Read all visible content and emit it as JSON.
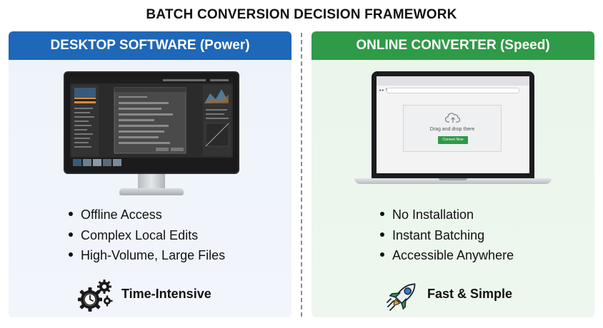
{
  "title": "BATCH CONVERSION DECISION FRAMEWORK",
  "colors": {
    "desktop_header": "#1f67b8",
    "online_header": "#2f9a48",
    "desktop_bg": "#eef3fb",
    "online_bg": "#e9f6ea"
  },
  "desktop": {
    "header": "DESKTOP SOFTWARE (Power)",
    "illustration": "desktop-monitor-photo-editor",
    "bullets": [
      "Offline Access",
      "Complex Local Edits",
      "High-Volume, Large Files"
    ],
    "footer_icon": "gears-clock-icon",
    "footer_label": "Time-Intensive"
  },
  "online": {
    "header": "ONLINE CONVERTER (Speed)",
    "illustration": "laptop-browser-upload",
    "screen": {
      "drop_text": "Drag and drop there",
      "button_label": "Convert Now"
    },
    "bullets": [
      "No Installation",
      "Instant Batching",
      "Accessible Anywhere"
    ],
    "footer_icon": "rocket-icon",
    "footer_label": "Fast & Simple"
  }
}
